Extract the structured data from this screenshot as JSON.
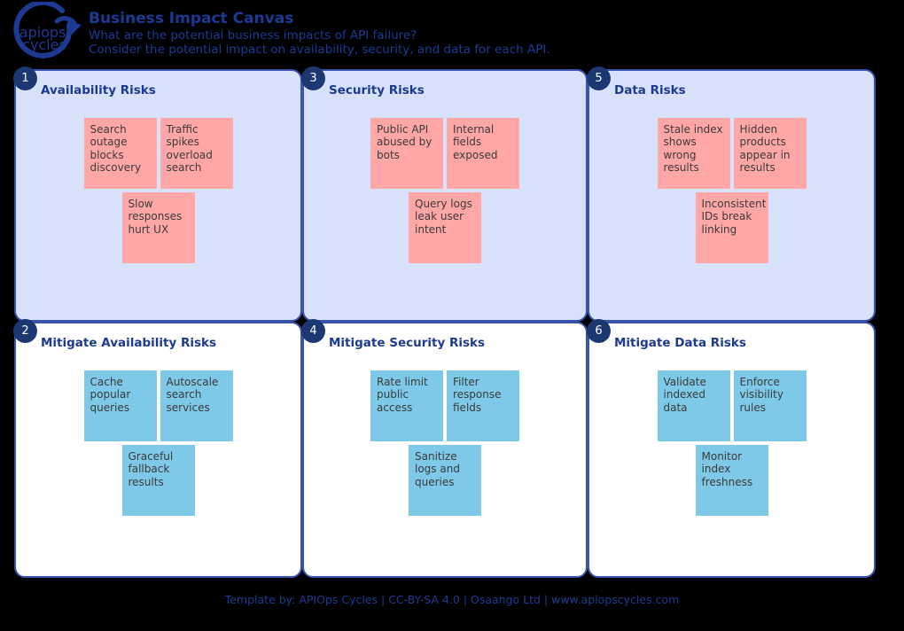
{
  "header": {
    "logo": {
      "line1": "apiops",
      "line2": "cycles"
    },
    "title": "Business Impact Canvas",
    "subtitle1": "What are the potential business impacts of API failure?",
    "subtitle2": "Consider the potential impact on availability, security, and data for each API."
  },
  "panels": [
    {
      "number": "1",
      "title": "Availability Risks",
      "variant": "risk",
      "notes": [
        "Search outage blocks discovery",
        "Traffic spikes overload search",
        "Slow responses hurt UX"
      ]
    },
    {
      "number": "3",
      "title": "Security Risks",
      "variant": "risk",
      "notes": [
        "Public API abused by bots",
        "Internal fields exposed",
        "Query logs leak user intent"
      ]
    },
    {
      "number": "5",
      "title": "Data Risks",
      "variant": "risk",
      "notes": [
        "Stale index shows wrong results",
        "Hidden products appear in results",
        "Inconsistent IDs break linking"
      ]
    },
    {
      "number": "2",
      "title": "Mitigate Availability Risks",
      "variant": "mitigate",
      "notes": [
        "Cache popular queries",
        "Autoscale search services",
        "Graceful fallback results"
      ]
    },
    {
      "number": "4",
      "title": "Mitigate Security Risks",
      "variant": "mitigate",
      "notes": [
        "Rate limit public access",
        "Filter response fields",
        "Sanitize logs and queries"
      ]
    },
    {
      "number": "6",
      "title": "Mitigate Data Risks",
      "variant": "mitigate",
      "notes": [
        "Validate indexed data",
        "Enforce visibility rules",
        "Monitor index freshness"
      ]
    }
  ],
  "footer": {
    "credit": "Template by: APIOps Cycles | CC-BY-SA 4.0 | Osaango Ltd | www.apiopscycles.com"
  },
  "colors": {
    "background": "#000000",
    "brand_navy": "#1c3a94",
    "panel_border": "#3a54ae",
    "risk_panel_fill": "#d8e1fa",
    "mitigate_panel_fill": "#ffffff",
    "badge_fill": "#1c3873",
    "risk_note_fill": "#ffa7a7",
    "mitigate_note_fill": "#7ec9e8"
  }
}
